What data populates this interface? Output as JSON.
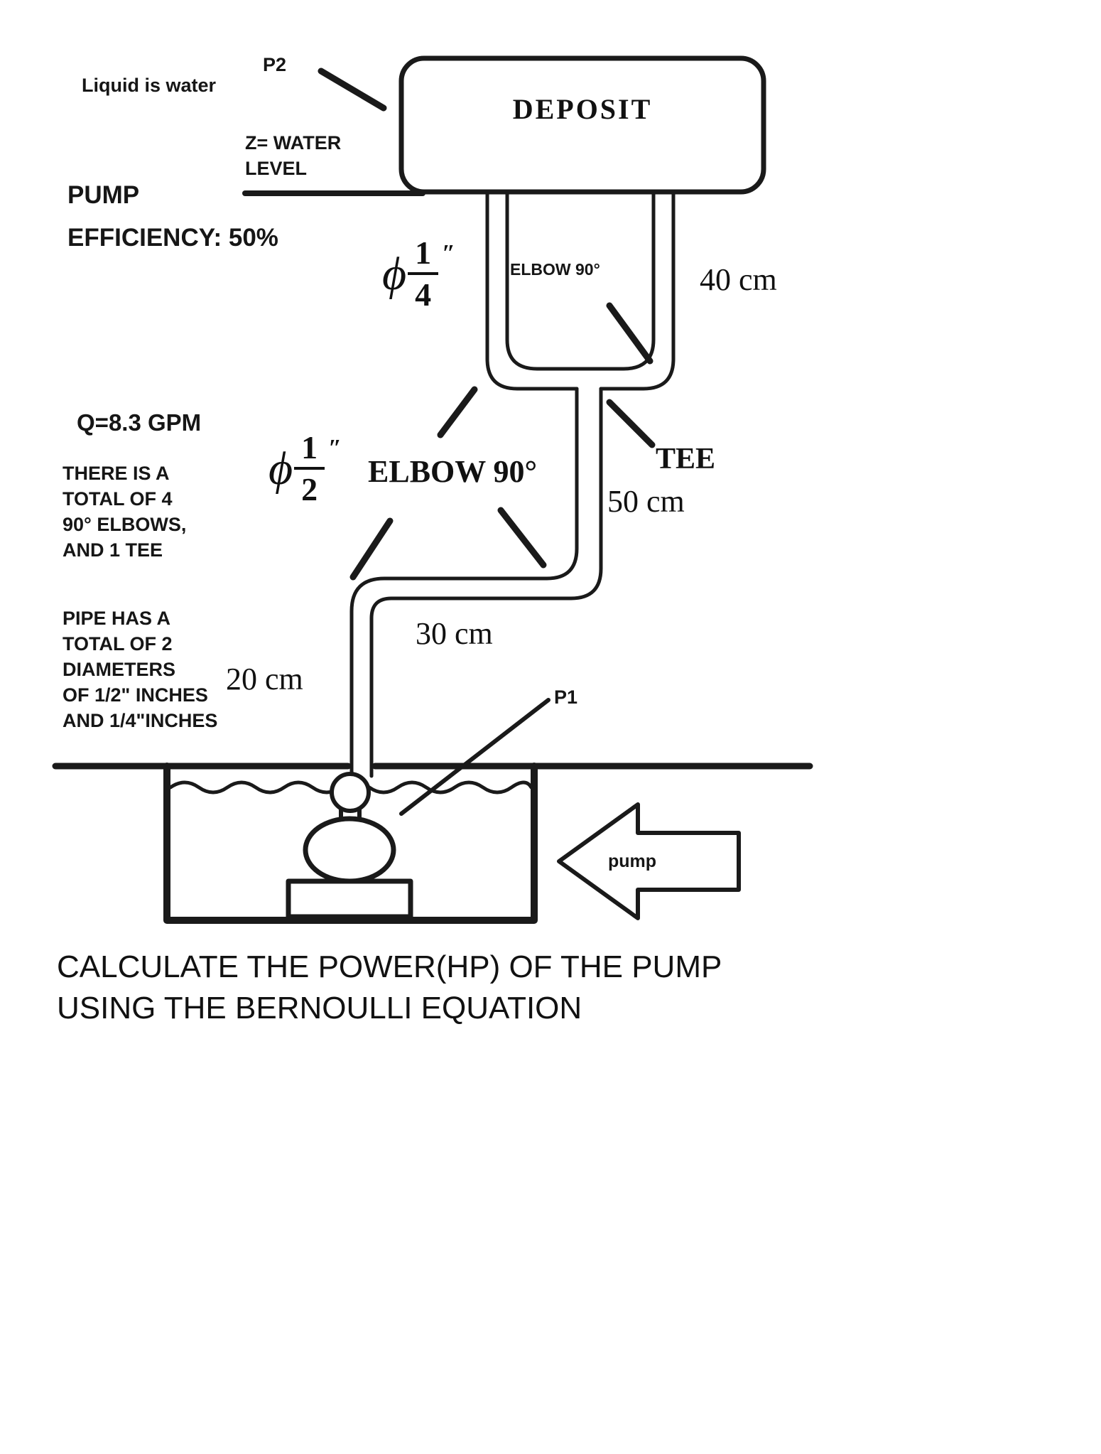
{
  "title": "Pump power Bernoulli equation problem diagram",
  "colors": {
    "ink": "#1a1a1a",
    "background": "#ffffff"
  },
  "labels": {
    "liquid": "Liquid is water",
    "p2": "P2",
    "z_level_line1": "Z= WATER",
    "z_level_line2": "LEVEL",
    "pump_eff_line1": "PUMP",
    "pump_eff_line2": "EFFICIENCY: 50%",
    "deposit": "DEPOSIT",
    "elbow_inside": "ELBOW 90°",
    "flow": "Q=8.3 GPM",
    "elbow_mid": "ELBOW 90°",
    "tee": "TEE",
    "p1": "P1",
    "pump_small": "pump"
  },
  "dimensions": {
    "d40": "40 cm",
    "d50": "50 cm",
    "d30": "30 cm",
    "d20": "20 cm"
  },
  "fractions": {
    "quarter": {
      "phi": "ϕ",
      "num": "1",
      "den": "4",
      "unit": "″"
    },
    "half": {
      "phi": "ϕ",
      "num": "1",
      "den": "2",
      "unit": "″"
    }
  },
  "notes": {
    "elbows_lines": [
      "THERE IS A",
      "TOTAL OF 4",
      "90° ELBOWS,",
      "AND 1 TEE"
    ],
    "pipe_lines": [
      "PIPE HAS A",
      "TOTAL OF 2",
      "DIAMETERS",
      "OF 1/2\" INCHES",
      "AND 1/4\"INCHES"
    ]
  },
  "question_lines": [
    "CALCULATE THE POWER(HP) OF THE PUMP",
    "USING THE BERNOULLI EQUATION"
  ]
}
